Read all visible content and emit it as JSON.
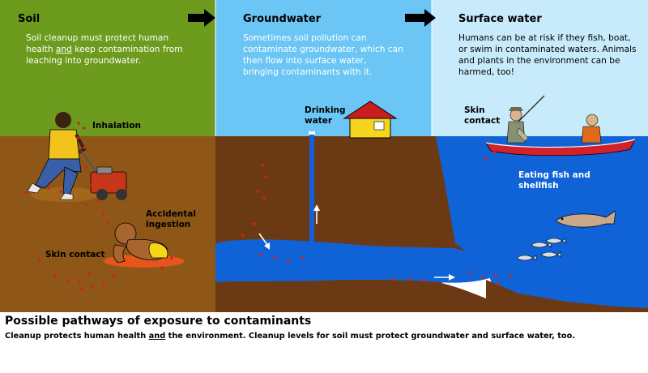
{
  "panels": {
    "soil": {
      "heading": "Soil",
      "text_before": "Soil cleanup must protect human health ",
      "text_emphasis": "and",
      "text_after": " keep contamination from leaching into groundwater.",
      "labels": {
        "inhalation": "Inhalation",
        "ingestion": "Accidental ingestion",
        "skin_contact": "Skin contact"
      }
    },
    "groundwater": {
      "heading": "Groundwater",
      "text": "Sometimes soil pollution can contaminate groundwater, which can then flow into surface water, bringing contaminants with it.",
      "labels": {
        "drinking_water": "Drinking water"
      }
    },
    "surface_water": {
      "heading": "Surface water",
      "text": "Humans can be at risk if they fish, boat, or swim in contaminated waters.  Animals and plants in the environment can be harmed, too!",
      "labels": {
        "skin_contact": "Skin contact",
        "eating_fish": "Eating fish and shellfish"
      }
    }
  },
  "footer": {
    "title": "Possible pathways of exposure to contaminants",
    "note_before": "Cleanup protects human health ",
    "note_emphasis": "and",
    "note_after": " the environment.  Cleanup levels for soil must protect groundwater and surface water, too."
  },
  "colors": {
    "soil_sky": "#6c9b1e",
    "soil_ground": "#8e5718",
    "groundwater_sky": "#6cc6f5",
    "surface_sky": "#c8ebfb",
    "earth": "#6b3a14",
    "water": "#0f63d6",
    "contaminant_dot": "#d42020",
    "arrow": "#000000"
  }
}
